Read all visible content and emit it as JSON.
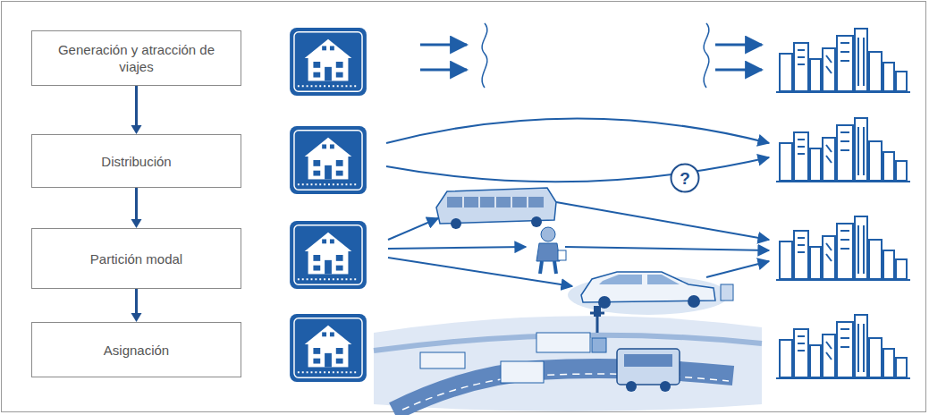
{
  "diagram": {
    "nodes": [
      {
        "text": [
          "Generación y atracción de viajes"
        ]
      },
      {
        "text": [
          "Distribución"
        ]
      },
      {
        "text": [
          "Partición modal"
        ]
      },
      {
        "text": [
          "Asignación"
        ]
      },
      {
        "text": [
          "?"
        ]
      }
    ],
    "edges": [
      {
        "from": 0,
        "to": 1,
        "arrow": "to"
      },
      {
        "from": 1,
        "to": 2,
        "arrow": "to"
      },
      {
        "from": 2,
        "to": 3,
        "arrow": "to"
      }
    ]
  }
}
